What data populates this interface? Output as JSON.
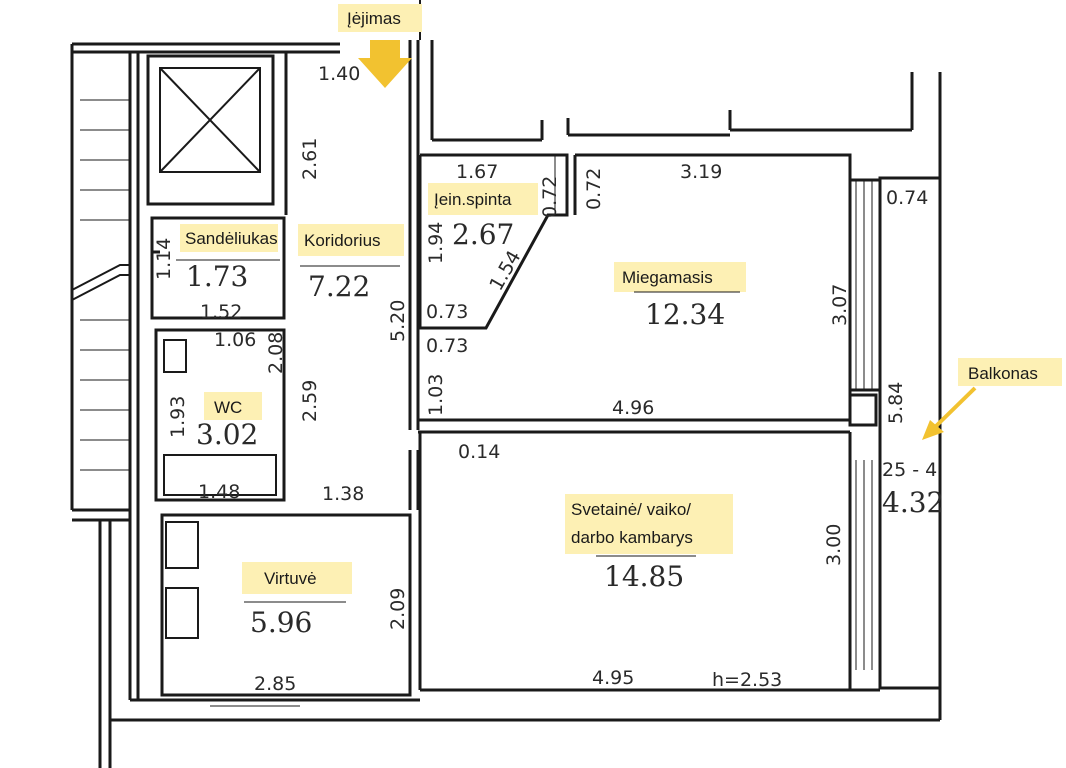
{
  "colors": {
    "highlight": "#fdf0b4",
    "arrow": "#f2c230",
    "wall": "#1a1a1a",
    "text": "#2a2a2a"
  },
  "labels": {
    "entrance": "Įėjimas",
    "storage": "Sandėliukas",
    "corridor": "Koridorius",
    "closet": "Įein.spinta",
    "bedroom": "Miegamasis",
    "wc": "WC",
    "living_1": "Svetainė/ vaiko/",
    "living_2": "darbo kambarys",
    "kitchen": "Virtuvė",
    "balcony": "Balkonas"
  },
  "areas": {
    "storage": "1.73",
    "corridor": "7.22",
    "closet": "2.67",
    "bedroom": "12.34",
    "wc": "3.02",
    "living": "14.85",
    "kitchen": "5.96",
    "balcony": "4.32"
  },
  "dims": {
    "entry_140": "1.40",
    "corr_261": "2.61",
    "closet_167": "1.67",
    "closet_072a": "0.72",
    "closet_072b": "0.72",
    "closet_194": "1.94",
    "closet_154": "1.54",
    "closet_073a": "0.73",
    "closet_073b": "0.73",
    "bed_319": "3.19",
    "bed_307": "3.07",
    "bed_496": "4.96",
    "bed_103": "1.03",
    "balc_074": "0.74",
    "balc_584": "5.84",
    "balc_code": "25 - 4",
    "stor_114": "1.14",
    "stor_152": "1.52",
    "corr_520": "5.20",
    "wc_106": "1.06",
    "wc_208": "2.08",
    "wc_259": "2.59",
    "wc_193": "1.93",
    "wc_148": "1.48",
    "wall_014": "0.14",
    "kit_138": "1.38",
    "kit_209": "2.09",
    "kit_285": "2.85",
    "liv_300": "3.00",
    "liv_495": "4.95",
    "height": "h=2.53"
  }
}
